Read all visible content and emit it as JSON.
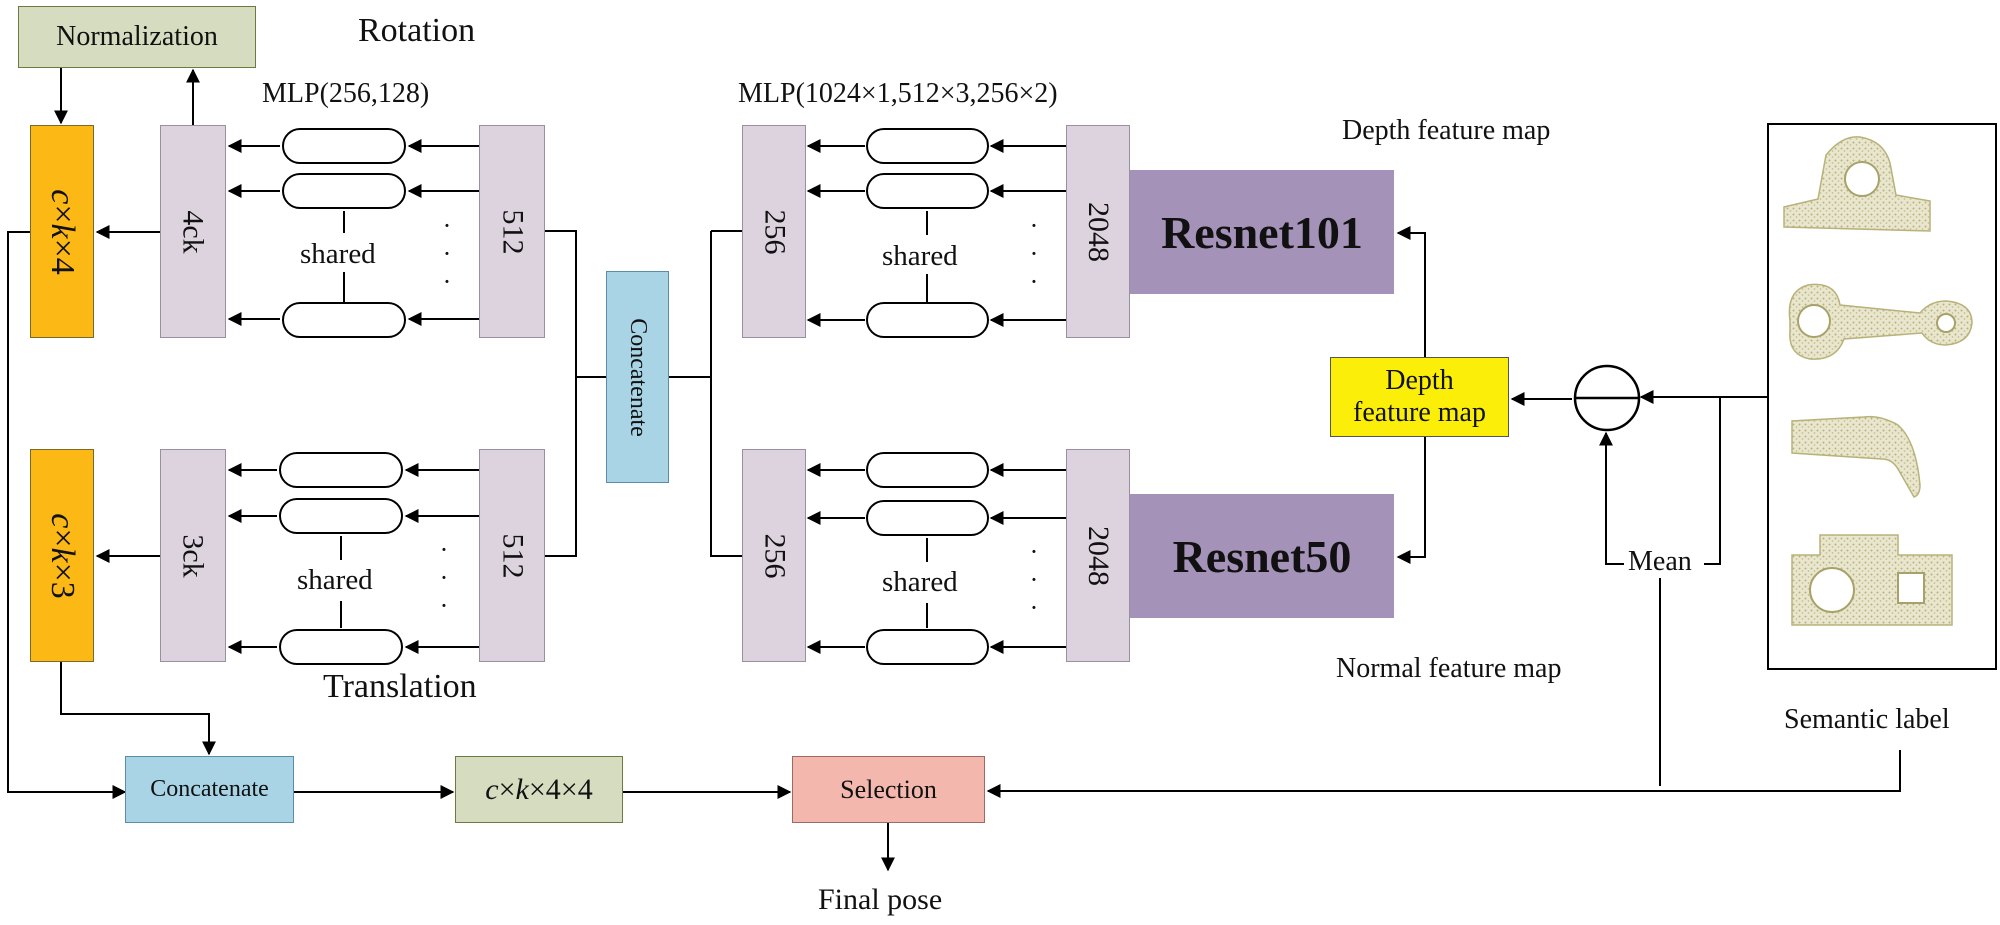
{
  "normalization": "Normalization",
  "rotation": "Rotation",
  "translation": "Translation",
  "mlp_small": "MLP(256,128)",
  "mlp_large": "MLP(1024×1,512×3,256×2)",
  "shared": "shared",
  "dim_4ck": "4ck",
  "dim_3ck": "3ck",
  "dim_512": "512",
  "dim_256": "256",
  "dim_2048": "2048",
  "out_rot": {
    "c": "c",
    "x1": "×",
    "k": "k",
    "x2": "×",
    "n": "4"
  },
  "out_trans": {
    "c": "c",
    "x1": "×",
    "k": "k",
    "x2": "×",
    "n": "3"
  },
  "concat_mid": "Concatenate",
  "concat_bottom": "Concatenate",
  "pose_tensor": {
    "c": "c",
    "x1": "×",
    "k": "k",
    "rest": "×4×4"
  },
  "selection": "Selection",
  "final_pose": "Final pose",
  "resnet101": "Resnet101",
  "resnet50": "Resnet50",
  "depth_feature_map_top": "Depth feature map",
  "depth_feature_map_box": [
    "Depth",
    "feature map"
  ],
  "normal_feature_map": "Normal feature map",
  "mean": "Mean",
  "semantic_label": "Semantic label",
  "colors": {
    "lavender": "#dcd3df",
    "orange": "#fcb814",
    "green": "#d6dcbf",
    "blue": "#a8d4e6",
    "pink": "#f3b7ad",
    "purple": "#a492b8",
    "yellow": "#fbef09",
    "object": "#c8c38a"
  }
}
